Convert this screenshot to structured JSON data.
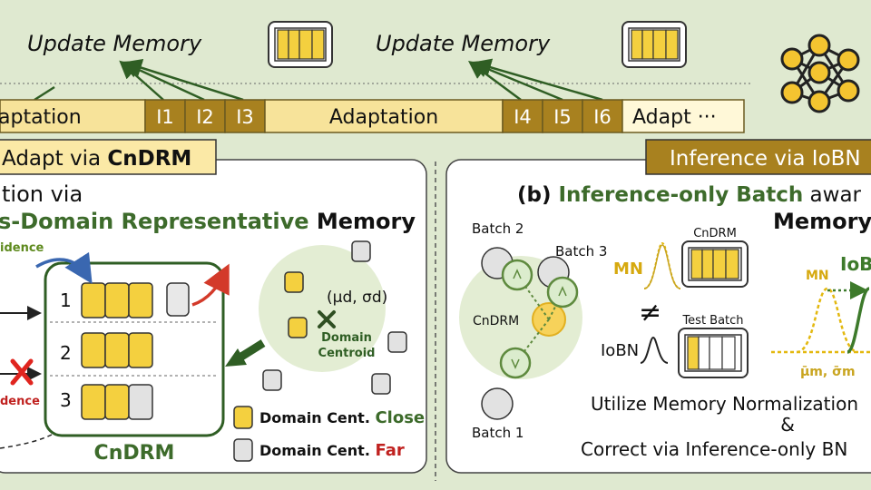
{
  "timeline": {
    "update_label_1": "Update Memory",
    "update_label_2": "Update Memory",
    "seg_adaptation_1": "aptation",
    "seg_adaptation_2": "Adaptation",
    "seg_adapt_more": "Adapt ···",
    "inference_batches": [
      "I1",
      "I2",
      "I3",
      "I4",
      "I5",
      "I6"
    ]
  },
  "left_panel": {
    "banner_prefix": "Adapt via ",
    "banner_bold": "CnDRM",
    "title_line1": "tion via",
    "title_line2_green": "s-Domain Representative",
    "title_line2_black": " Memory",
    "confidence_high": "idence",
    "confidence_low": "dence",
    "slot_numbers": [
      "1",
      "2",
      "3"
    ],
    "memory_label": "CnDRM",
    "centroid_symbol": "(μd, σd)",
    "centroid_label_1": "Domain",
    "centroid_label_2": "Centroid",
    "legend_close_prefix": "Domain Cent. ",
    "legend_close": "Close",
    "legend_far_prefix": "Domain Cent. ",
    "legend_far": "Far"
  },
  "right_panel": {
    "banner": "Inference via IoBN",
    "title_prefix": "(b) ",
    "title_green": "Inference-only Batch",
    "title_suffix": " awar",
    "title_line2": "Memory",
    "batch_2": "Batch 2",
    "batch_3": "Batch 3",
    "batch_1": "Batch 1",
    "cndrm_node": "CnDRM",
    "mn_label": "MN",
    "mn_label_2": "MN",
    "cndrm_box_label": "CnDRM",
    "not_equal": "≠",
    "test_batch_label": "Test Batch",
    "iobn_label": "IoBN",
    "iobn_curve_label": "IoB",
    "stats_label": "μ̄m, σ̄m",
    "footer_line1": "Utilize Memory Normalization",
    "footer_amp": "&",
    "footer_line2": "Correct via Inference-only BN"
  },
  "colors": {
    "background": "#dfe9d0",
    "yellow": "#f4d03f",
    "timeline_yellow": "#f7e39a",
    "brown": "#a8811f",
    "green": "#3d6b2b",
    "red": "#c0211f",
    "grey": "#e2e2e2"
  }
}
